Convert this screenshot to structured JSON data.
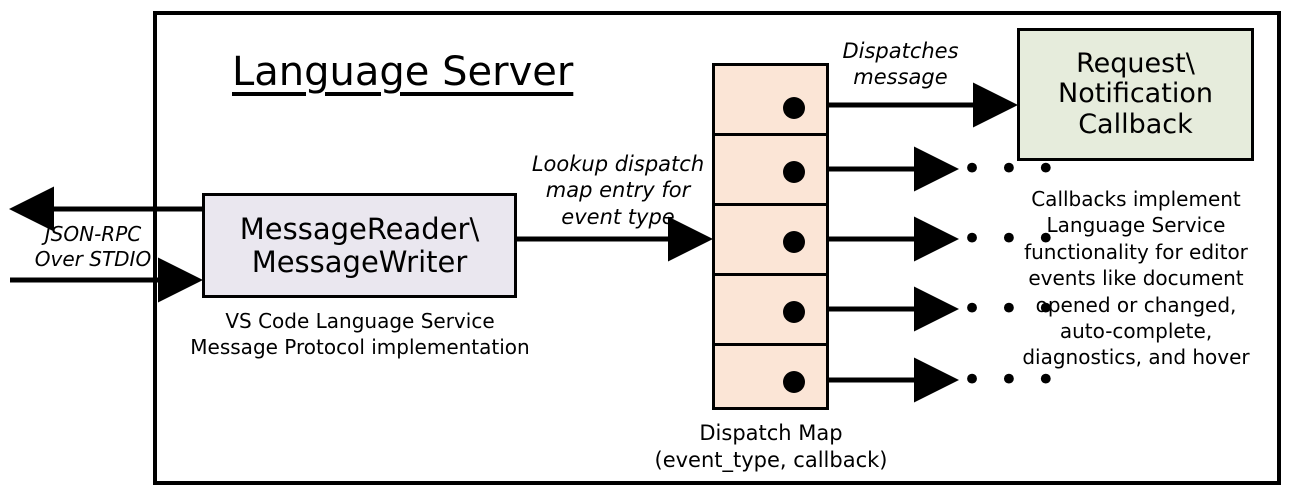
{
  "diagram": {
    "title": "Language Server",
    "container_name": "language-server-boundary"
  },
  "nodes": {
    "message_io": {
      "label": "MessageReader\\\nMessageWriter",
      "line1": "MessageReader\\",
      "line2": "MessageWriter",
      "fill": "#eae7ef",
      "caption_line1": "VS Code Language Service",
      "caption_line2": "Message Protocol implementation"
    },
    "dispatch_map": {
      "fill": "#fbe5d6",
      "rows": 5,
      "caption_line1": "Dispatch Map",
      "caption_line2": "(event_type, callback)"
    },
    "callback": {
      "line1": "Request\\",
      "line2": "Notification",
      "line3": "Callback",
      "fill": "#e6ecdc",
      "caption": "Callbacks implement Language Service functionality for editor events like document opened or changed, auto-complete, diagnostics, and hover",
      "caption_lines": [
        "Callbacks implement",
        "Language Service",
        "functionality for editor",
        "events like document",
        "opened or changed,",
        "auto-complete,",
        "diagnostics, and hover"
      ]
    }
  },
  "edges": {
    "jsonrpc": {
      "label_line1": "JSON-RPC",
      "label_line2": "Over STDIO",
      "direction": "bidirectional"
    },
    "lookup": {
      "label_line1": "Lookup dispatch",
      "label_line2": "map entry for",
      "label_line3": "event type"
    },
    "dispatches": {
      "label_line1": "Dispatches",
      "label_line2": "message"
    },
    "more_indicator": "• • •"
  },
  "colors": {
    "stroke": "#000000",
    "background": "#ffffff",
    "lavender": "#eae7ef",
    "peach": "#fbe5d6",
    "green": "#e6ecdc"
  }
}
